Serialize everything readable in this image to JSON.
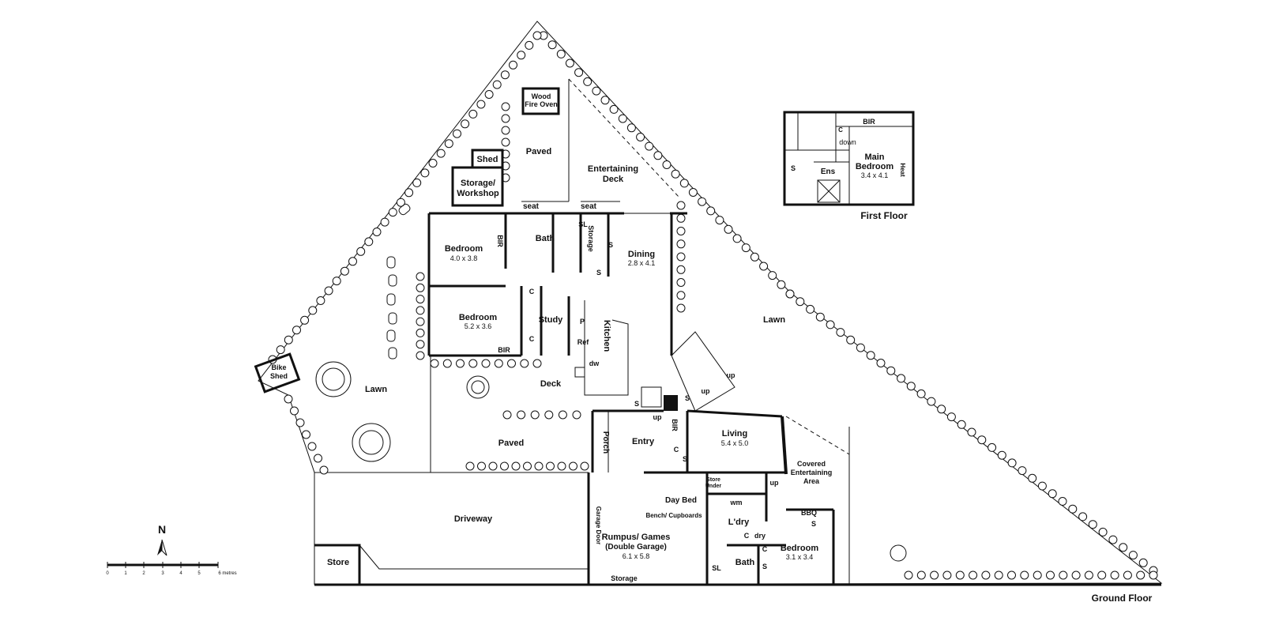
{
  "rooms": {
    "wood_oven": [
      "Wood",
      "Fire Oven"
    ],
    "paved_north": "Paved",
    "shed": "Shed",
    "storage_workshop": [
      "Storage/",
      "Workshop"
    ],
    "entertaining_deck": [
      "Entertaining",
      "Deck"
    ],
    "seat1": "seat",
    "seat2": "seat",
    "bedroom1": "Bedroom",
    "bedroom1_size": "4.0 x 3.8",
    "bir1": "BIR",
    "bath1": "Bath",
    "storage1": "Storage",
    "sl1": "SL",
    "s1": "S",
    "s2": "S",
    "dining": "Dining",
    "dining_size": "2.8 x 4.1",
    "bedroom2": "Bedroom",
    "bedroom2_size": "5.2 x 3.6",
    "c1": "C",
    "c2": "C",
    "study": "Study",
    "p": "P",
    "ref": "Ref",
    "kitchen": "Kitchen",
    "dw": "dw",
    "bir2": "BIR",
    "deck": "Deck",
    "lawn_west": "Lawn",
    "bike_shed": [
      "Bike",
      "Shed"
    ],
    "lawn_east": "Lawn",
    "up1": "up",
    "up2": "up",
    "up3": "up",
    "s3": "S",
    "s4": "S",
    "entry": "Entry",
    "porch": "Porch",
    "bir3": "BIR",
    "c3": "C",
    "s5": "S",
    "living": "Living",
    "living_size": "5.4 x 5.0",
    "paved_south": "Paved",
    "covered_area": [
      "Covered",
      "Entertaining",
      "Area"
    ],
    "store_under": [
      "Store",
      "Under"
    ],
    "up4": "up",
    "day_bed": "Day Bed",
    "bench": "Bench/ Cupboards",
    "garage_door": "Garage Door",
    "wm": "wm",
    "ldry": "L'dry",
    "bbq": "BBQ",
    "s6": "S",
    "driveway": "Driveway",
    "rumpus": "Rumpus/ Games",
    "rumpus_sub": "(Double Garage)",
    "rumpus_size": "6.1 x 5.8",
    "c4": "C",
    "dry": "dry",
    "bedroom3": "Bedroom",
    "bedroom3_size": "3.1 x 3.4",
    "c5": "C",
    "s7": "S",
    "sl2": "SL",
    "bath2": "Bath",
    "store": "Store",
    "storage2": "Storage"
  },
  "first_floor": {
    "bir": "BIR",
    "c": "C",
    "down": "down",
    "s": "S",
    "ens": "Ens",
    "main_bedroom": [
      "Main",
      "Bedroom"
    ],
    "main_bedroom_size": "3.4 x 4.1",
    "heat": "Heat"
  },
  "labels": {
    "first_floor": "First Floor",
    "ground_floor": "Ground Floor",
    "north": "N",
    "scale_ticks": [
      "0",
      "1",
      "2",
      "3",
      "4",
      "5",
      "6 metres"
    ]
  }
}
